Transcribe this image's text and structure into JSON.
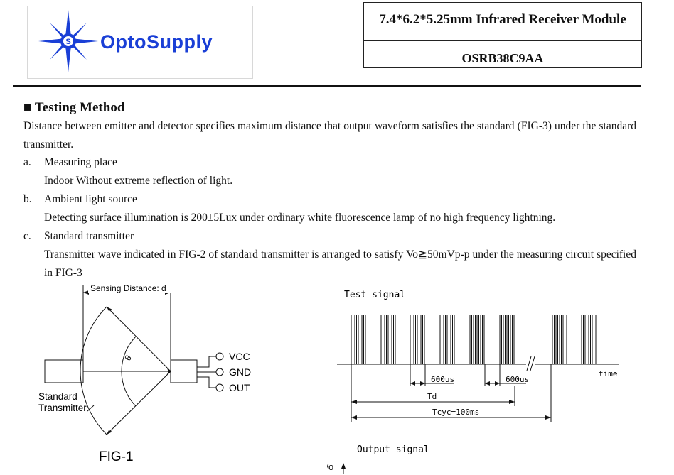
{
  "header": {
    "logo_text": "OptoSupply",
    "doc_title": "7.4*6.2*5.25mm Infrared Receiver Module",
    "part_number": "OSRB38C9AA"
  },
  "section": {
    "heading": "■ Testing Method",
    "intro": "Distance between emitter and detector specifies maximum distance that output waveform satisfies the standard (FIG-3) under the standard transmitter.",
    "items": [
      {
        "marker": "a.",
        "title": "Measuring place",
        "body": "Indoor Without extreme reflection of light."
      },
      {
        "marker": "b.",
        "title": "Ambient light source",
        "body": "Detecting surface illumination is 200±5Lux under ordinary white fluorescence lamp of no high frequency lightning."
      },
      {
        "marker": "c.",
        "title": "Standard transmitter",
        "body": "Transmitter wave indicated in FIG-2 of standard transmitter is arranged to satisfy Vo≧50mVp-p under the measuring circuit specified in FIG-3"
      }
    ]
  },
  "fig1": {
    "distance_label": "Sensing Distance: d",
    "theta_label": "θ",
    "transmitter_label_line1": "Standard",
    "transmitter_label_line2": "Transmitter",
    "pins": [
      "VCC",
      "GND",
      "OUT"
    ],
    "caption": "FIG-1"
  },
  "fig2": {
    "test_signal_label": "Test signal",
    "time_label": "time",
    "burst_label": "600us",
    "gap_label": "600us",
    "td_label": "Td",
    "tcyc_label": "Tcyc=100ms",
    "output_signal_label": "Output signal",
    "vo_label": "Vo"
  }
}
